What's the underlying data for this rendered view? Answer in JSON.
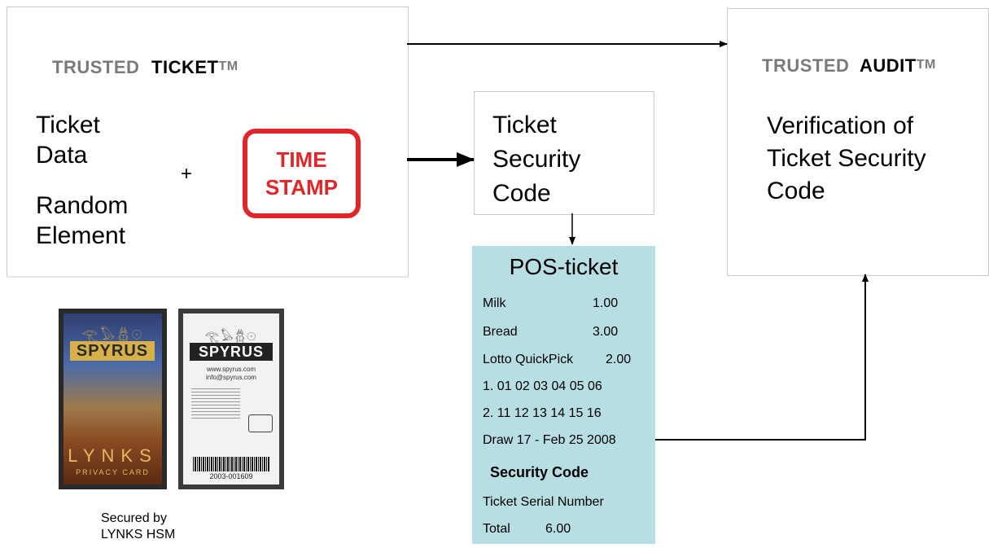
{
  "trusted_ticket": {
    "word1": "TRUSTED",
    "word2": "TICKET",
    "tm": "TM",
    "ticket_data_line1": "Ticket",
    "ticket_data_line2": "Data",
    "random_line1": "Random",
    "random_line2": "Element",
    "plus": "+"
  },
  "time_stamp": {
    "line1": "TIME",
    "line2": "STAMP",
    "color": "#e1262a"
  },
  "security_code_box": {
    "line1": "Ticket",
    "line2": "Security",
    "line3": "Code"
  },
  "trusted_audit": {
    "word1": "TRUSTED",
    "word2": "AUDIT",
    "tm": "TM",
    "line1": "Verification of",
    "line2": "Ticket Security",
    "line3": "Code"
  },
  "pos_ticket": {
    "title": "POS-ticket",
    "background": "#b7dee2",
    "items": [
      {
        "label": "Milk",
        "value": "1.00"
      },
      {
        "label": "Bread",
        "value": "3.00"
      },
      {
        "label": "Lotto QuickPick",
        "value": "2.00"
      }
    ],
    "numbers_1": "1. 01 02 03 04 05 06",
    "numbers_2": "2. 11 12 13 14 15 16",
    "draw": "Draw 17 - Feb 25 2008",
    "security_code": "Security Code",
    "serial": "Ticket Serial Number",
    "total_label": "Total",
    "total_value": "6.00"
  },
  "cards": {
    "front_brand": "SPYRUS",
    "front_product": "LYNKS",
    "front_subtitle": "PRIVACY CARD",
    "back_brand": "SPYRUS",
    "back_web": "www.spyrus.com",
    "back_email": "info@spyrus.com",
    "back_serial": "2003-001609"
  },
  "caption": {
    "line1": "Secured by",
    "line2": "LYNKS HSM"
  }
}
